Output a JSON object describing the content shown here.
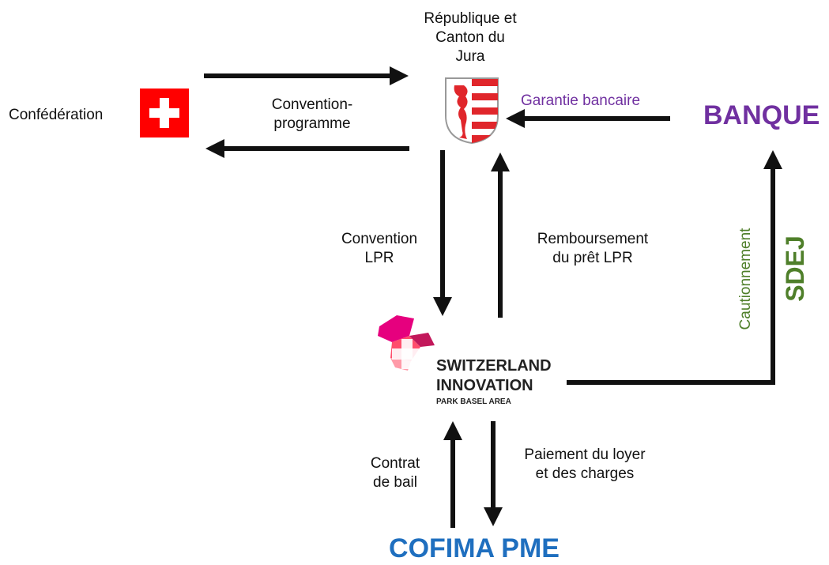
{
  "colors": {
    "black": "#111111",
    "banque": "#7030a0",
    "garantie": "#7030a0",
    "sdej": "#4f7f2a",
    "cautionnement": "#4f7f2a",
    "cofima": "#1f6fbf",
    "swiss_red": "#ff0000",
    "jura_red": "#e0262b"
  },
  "nodes": {
    "republique": {
      "line1": "République et",
      "line2": "Canton du",
      "line3": "Jura"
    },
    "confederation": "Confédération",
    "banque": "BANQUE",
    "sdej": "SDEJ",
    "cofima": "COFIMA PME",
    "sip": {
      "line1": "SWITZERLAND",
      "line2": "INNOVATION",
      "line3": "PARK BASEL AREA"
    }
  },
  "edges": {
    "convention_programme": {
      "line1": "Convention-",
      "line2": "programme"
    },
    "garantie": "Garantie bancaire",
    "convention_lpr": {
      "line1": "Convention",
      "line2": "LPR"
    },
    "remboursement": {
      "line1": "Remboursement",
      "line2": "du prêt LPR"
    },
    "cautionnement": "Cautionnement",
    "contrat": {
      "line1": "Contrat",
      "line2": "de bail"
    },
    "paiement": {
      "line1": "Paiement du loyer",
      "line2": "et des charges"
    }
  },
  "icons": [
    "swiss-flag-icon",
    "jura-coat-of-arms-icon",
    "switzerland-innovation-logo"
  ]
}
